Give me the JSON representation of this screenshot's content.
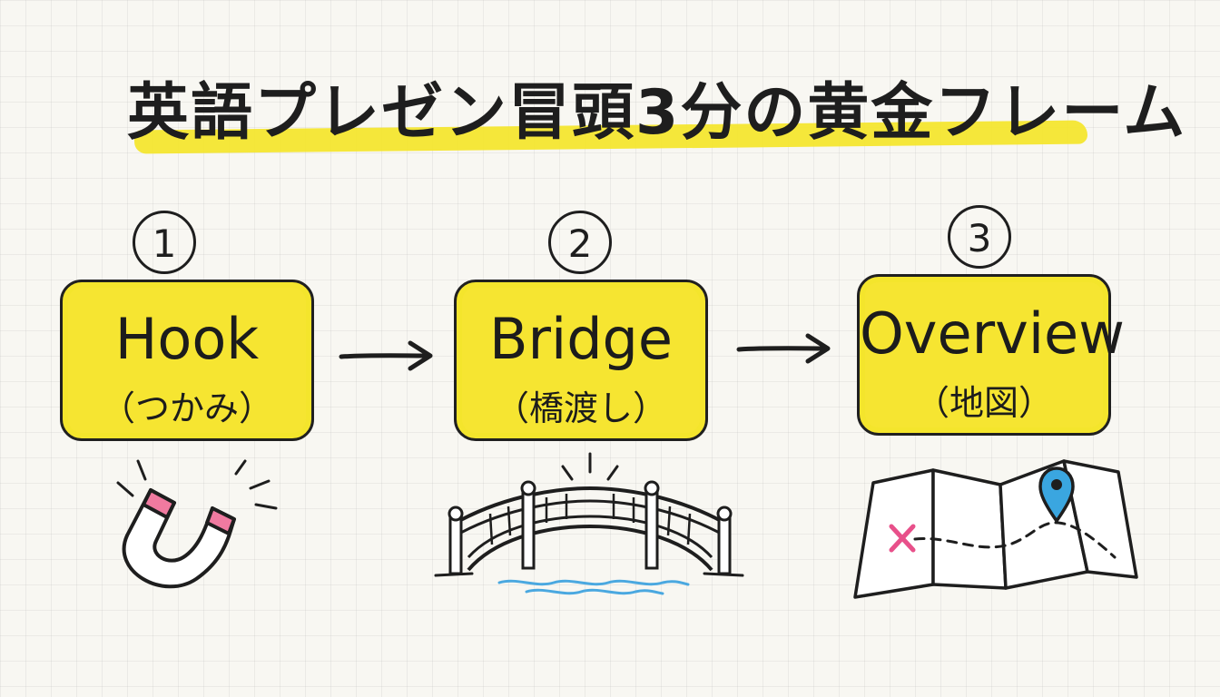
{
  "title": "英語プレゼン冒頭3分の黄金フレーム",
  "steps": [
    {
      "number": "1",
      "label": "Hook",
      "sublabel": "（つかみ）",
      "icon": "magnet-icon"
    },
    {
      "number": "2",
      "label": "Bridge",
      "sublabel": "（橋渡し）",
      "icon": "bridge-icon"
    },
    {
      "number": "3",
      "label": "Overview",
      "sublabel": "（地図）",
      "icon": "map-icon"
    }
  ],
  "colors": {
    "highlight": "#f4e52a",
    "ink": "#1e1e1e",
    "magnet_tip": "#f07aa0",
    "water": "#4aa8e0",
    "map_pin": "#3aa6e0",
    "map_x": "#e8508a",
    "paper": "#f8f7f2"
  }
}
